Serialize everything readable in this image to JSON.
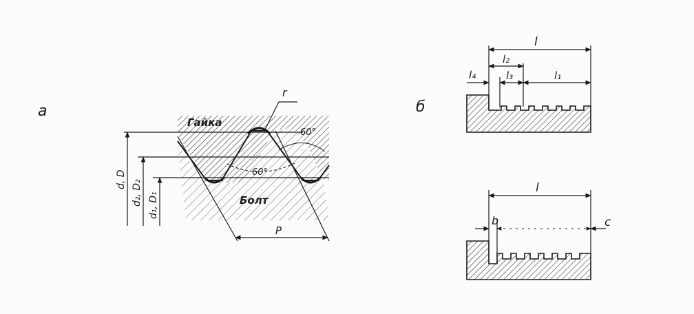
{
  "figure": {
    "panel_a": {
      "label": "а",
      "nut_label": "Гайка",
      "bolt_label": "Болт",
      "radius_label": "r",
      "angle_top": "60°",
      "angle_profile": "60°",
      "pitch_label": "P",
      "dim_major": "d, D",
      "dim_pitch": "d₂, D₂",
      "dim_minor": "d₁, D₁"
    },
    "panel_b": {
      "label": "б",
      "top": {
        "l": "l",
        "l1": "l₁",
        "l2": "l₂",
        "l3": "l₃",
        "l4": "l₄"
      },
      "bottom": {
        "l": "l",
        "b": "b",
        "c": "c"
      }
    },
    "colors": {
      "ink": "#1a1a1a",
      "paper": "#fcfcfa"
    }
  }
}
